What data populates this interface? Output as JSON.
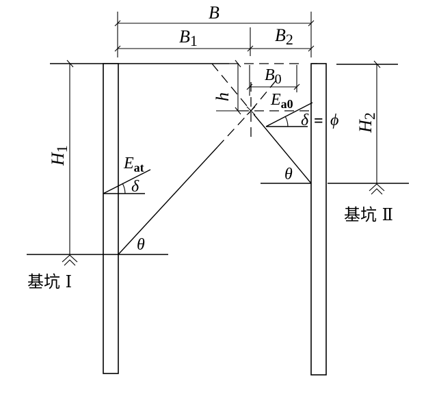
{
  "diagram": {
    "title": "Retaining walls of two adjacent foundation pits with sliding wedge",
    "dimensions": {
      "B": {
        "symbol": "B",
        "sub": ""
      },
      "B1": {
        "symbol": "B",
        "sub": "1"
      },
      "B2": {
        "symbol": "B",
        "sub": "2"
      },
      "B0": {
        "symbol": "B",
        "sub": "0"
      },
      "h": {
        "symbol": "h",
        "sub": ""
      },
      "H1": {
        "symbol": "H",
        "sub": "1"
      },
      "H2": {
        "symbol": "H",
        "sub": "2"
      }
    },
    "forces": {
      "Eat": {
        "symbol": "E",
        "sub": "at"
      },
      "Ea0": {
        "symbol": "E",
        "sub": "a0"
      }
    },
    "angles": {
      "delta_left": "δ",
      "delta_right": "δ",
      "equals": "=",
      "phi": "ϕ",
      "theta_left": "θ",
      "theta_right": "θ"
    },
    "pits": {
      "pit1": "基坑 Ⅰ",
      "pit2": "基坑 Ⅱ"
    }
  }
}
